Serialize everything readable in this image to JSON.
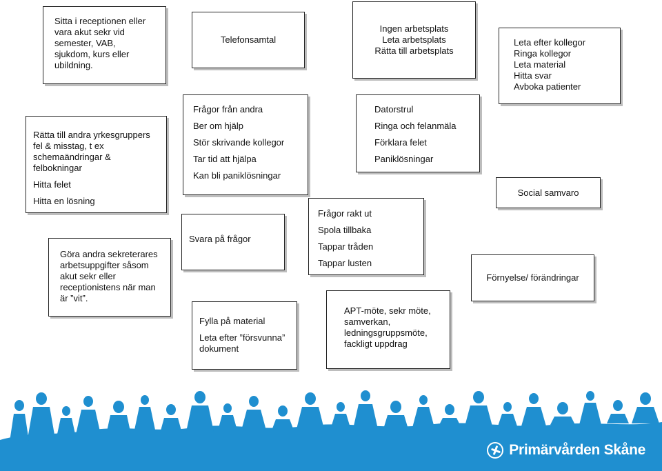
{
  "boxes": {
    "reception": [
      "Sitta i receptionen eller",
      "vara akut sekr vid",
      "semester, VAB,",
      "sjukdom, kurs eller",
      "ubildning."
    ],
    "telefon": [
      "Telefonsamtal"
    ],
    "arbetsplats": [
      "Ingen arbetsplats",
      "Leta arbetsplats",
      "Rätta till arbetsplats"
    ],
    "kollegor": [
      "Leta efter kollegor",
      "Ringa kollegor",
      "Leta material",
      "Hitta svar",
      "Avboka patienter"
    ],
    "ratta": {
      "para": [
        "Rätta till andra yrkesgruppers",
        "fel & misstag, t ex",
        "schemaändringar &",
        "felbokningar"
      ],
      "items": [
        "Hitta felet",
        "Hitta en lösning"
      ]
    },
    "fragor_andra": [
      "Frågor från andra",
      "Ber om hjälp",
      "Stör skrivande kollegor",
      "Tar tid att hjälpa",
      "Kan bli paniklösningar"
    ],
    "datorstrul": [
      "Datorstrul",
      "Ringa och felanmäla",
      "Förklara felet",
      "Paniklösningar"
    ],
    "social": [
      "Social samvaro"
    ],
    "fragor_rakt": [
      "Frågor rakt ut",
      "Spola tillbaka",
      "Tappar tråden",
      "Tappar lusten"
    ],
    "sekreterare": [
      "Göra andra sekreterares",
      "arbetsuppgifter såsom",
      "akut sekr eller",
      "receptionistens när man",
      "är ”vit”."
    ],
    "svara": [
      "Svara på frågor"
    ],
    "fornyelse": [
      "Förnyelse/ förändringar"
    ],
    "fylla": {
      "first": "Fylla på material",
      "second": [
        "Leta efter ”försvunna”",
        "dokument"
      ]
    },
    "apt": [
      "APT-möte, sekr möte,",
      "samverkan,",
      "ledningsgruppsmöte,",
      "fackligt uppdrag"
    ]
  },
  "footer": {
    "brand_text": "Primärvården Skåne",
    "color": "#1f8fd0"
  }
}
